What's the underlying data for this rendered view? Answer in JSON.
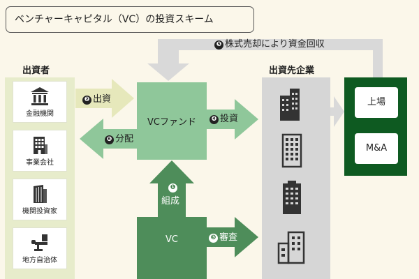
{
  "title": "ベンチャーキャピタル（VC）の投資スキーム",
  "headers": {
    "investors": "出資者",
    "investees": "出資先企業"
  },
  "investors": [
    {
      "label": "金融機関",
      "icon": "bank-icon"
    },
    {
      "label": "事業会社",
      "icon": "office-building-icon"
    },
    {
      "label": "機関投資家",
      "icon": "tall-building-icon"
    },
    {
      "label": "地方自治体",
      "icon": "government-chair-icon"
    }
  ],
  "flows": {
    "n1": "❶",
    "s1": "組成",
    "n2": "❷",
    "s2": "出資",
    "n3": "❸",
    "s3": "審査",
    "n4": "❹",
    "s4": "投資",
    "n5": "❺",
    "s5": "株式売却により資金回収",
    "n6": "❻",
    "s6": "分配"
  },
  "boxes": {
    "vc_fund": "VCファンド",
    "vc": "VC"
  },
  "exits": [
    "上場",
    "M&A"
  ],
  "colors": {
    "background": "#fbf7ea",
    "investor_panel": "#e7eccb",
    "fund_green": "#8fc79a",
    "vc_green": "#4e8d5a",
    "exit_green": "#0e5a21",
    "investee_gray": "#d6d6d6",
    "arrow_gray": "#d9d9d9",
    "arrow_yellow": "#e6e8bb"
  }
}
